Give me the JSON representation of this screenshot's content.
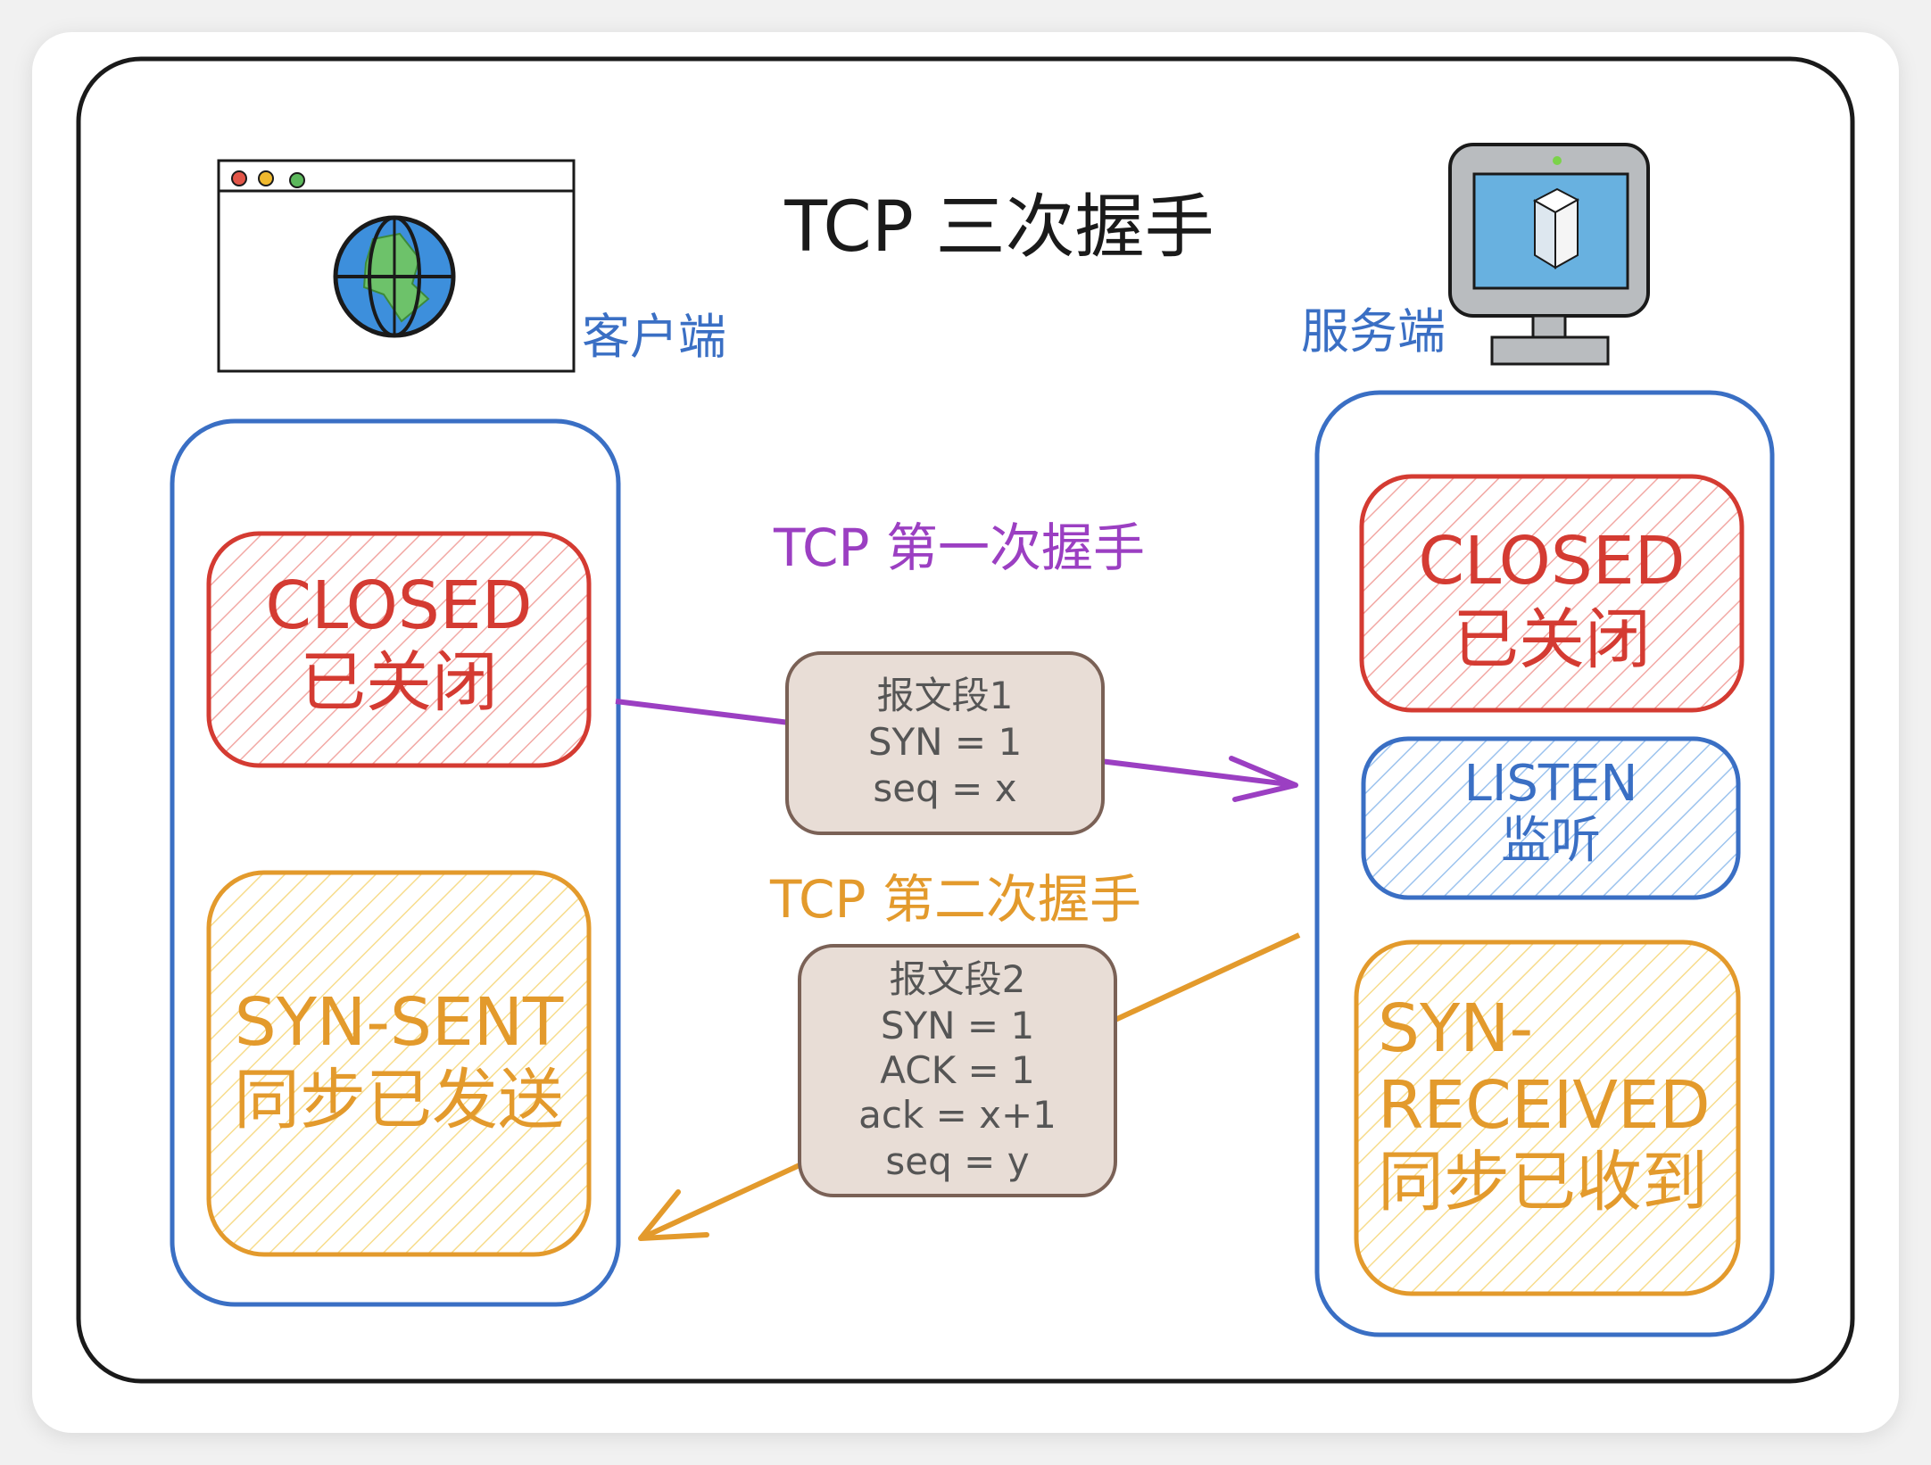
{
  "title": "TCP 三次握手",
  "client": {
    "label": "客户端",
    "icon": "globe-browser-icon",
    "states": [
      {
        "en": "CLOSED",
        "zh": "已关闭",
        "color": "#d43b32"
      },
      {
        "en": "SYN-SENT",
        "zh": "同步已发送",
        "color": "#e39a2c"
      }
    ]
  },
  "server": {
    "label": "服务端",
    "icon": "monitor-icon",
    "states": [
      {
        "en": "CLOSED",
        "zh": "已关闭",
        "color": "#d43b32"
      },
      {
        "en": "LISTEN",
        "zh": "监听",
        "color": "#3a6fc4"
      },
      {
        "en_line1": "SYN-",
        "en_line2": "RECEIVED",
        "zh": "同步已收到",
        "color": "#e39a2c"
      }
    ]
  },
  "handshakes": [
    {
      "label": "TCP 第一次握手",
      "color": "#9b3fc2",
      "segment": [
        "报文段1",
        "SYN = 1",
        "seq = x"
      ]
    },
    {
      "label": "TCP 第二次握手",
      "color": "#e39a2c",
      "segment": [
        "报文段2",
        "SYN = 1",
        "ACK = 1",
        "ack = x+1",
        "seq = y"
      ]
    }
  ],
  "colors": {
    "container": "#3a6fc4",
    "frame": "#1a1a1a",
    "segment_fill": "#e8ddd6",
    "segment_stroke": "#7a6156"
  }
}
